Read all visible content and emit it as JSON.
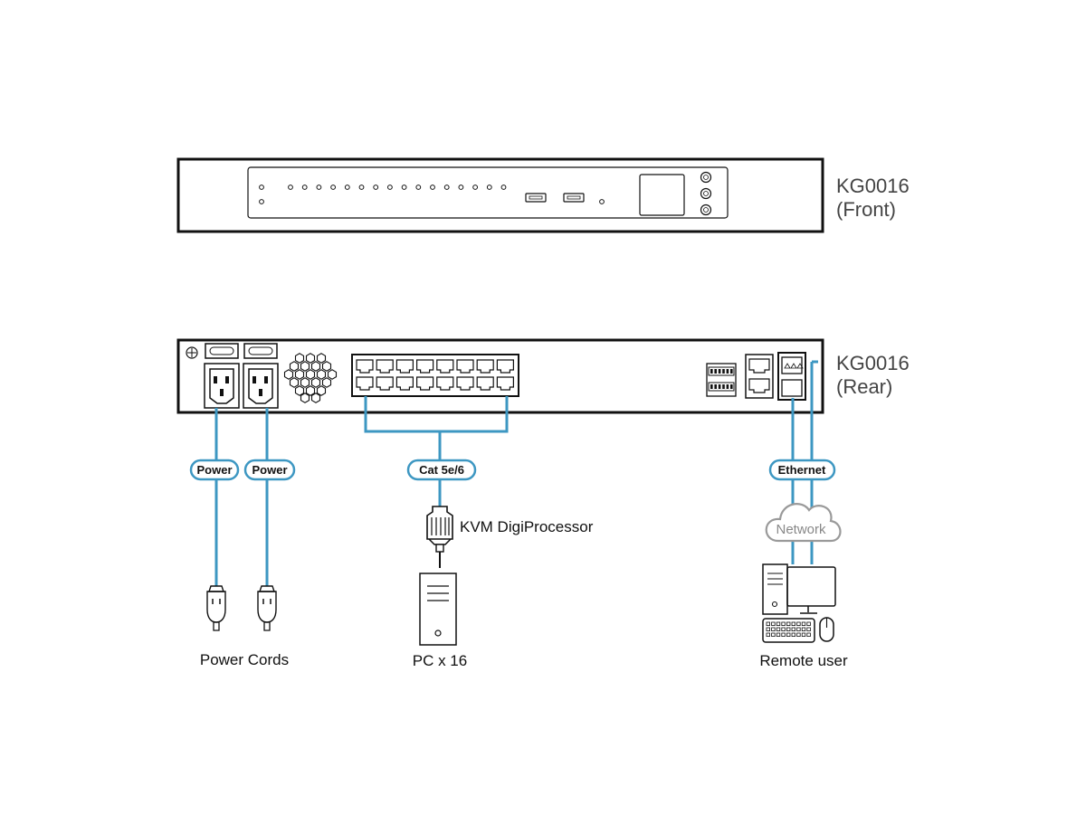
{
  "front": {
    "title": "KG0016",
    "subtitle": "(Front)"
  },
  "rear": {
    "title": "KG0016",
    "subtitle": "(Rear)"
  },
  "cables": {
    "power_left": "Power",
    "power_right": "Power",
    "cat": "Cat 5e/6",
    "ethernet": "Ethernet"
  },
  "cloud_label": "Network",
  "devices": {
    "kvm_adapter": "KVM DigiProcessor",
    "power_cords": "Power Cords",
    "pc": "PC x 16",
    "remote_user": "Remote user"
  },
  "colors": {
    "cable": "#3d97c2",
    "outline": "#111111",
    "cloud": "#9a9a9a"
  }
}
